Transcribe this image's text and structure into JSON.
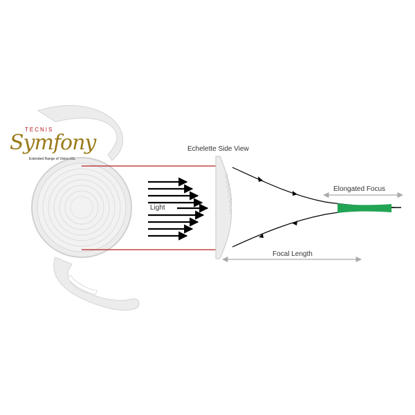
{
  "logo": {
    "brand": "TECNIS",
    "product": "Symfony",
    "tagline": "Extended Range of Vision IOL"
  },
  "labels": {
    "echelette": "Echelette Side View",
    "light": "Light",
    "elongated_focus": "Elongated Focus",
    "focal_length": "Focal Length"
  },
  "colors": {
    "lens": "#ececec",
    "lens_edge": "#d4d4d4",
    "red_line": "#b71c1c",
    "arrow": "#000000",
    "ray": "#000000",
    "focus_band": "#22a455",
    "dimension_arrow": "#aaaaaa",
    "logo_brand": "#b4161b",
    "logo_product": "#9a7a1a"
  }
}
